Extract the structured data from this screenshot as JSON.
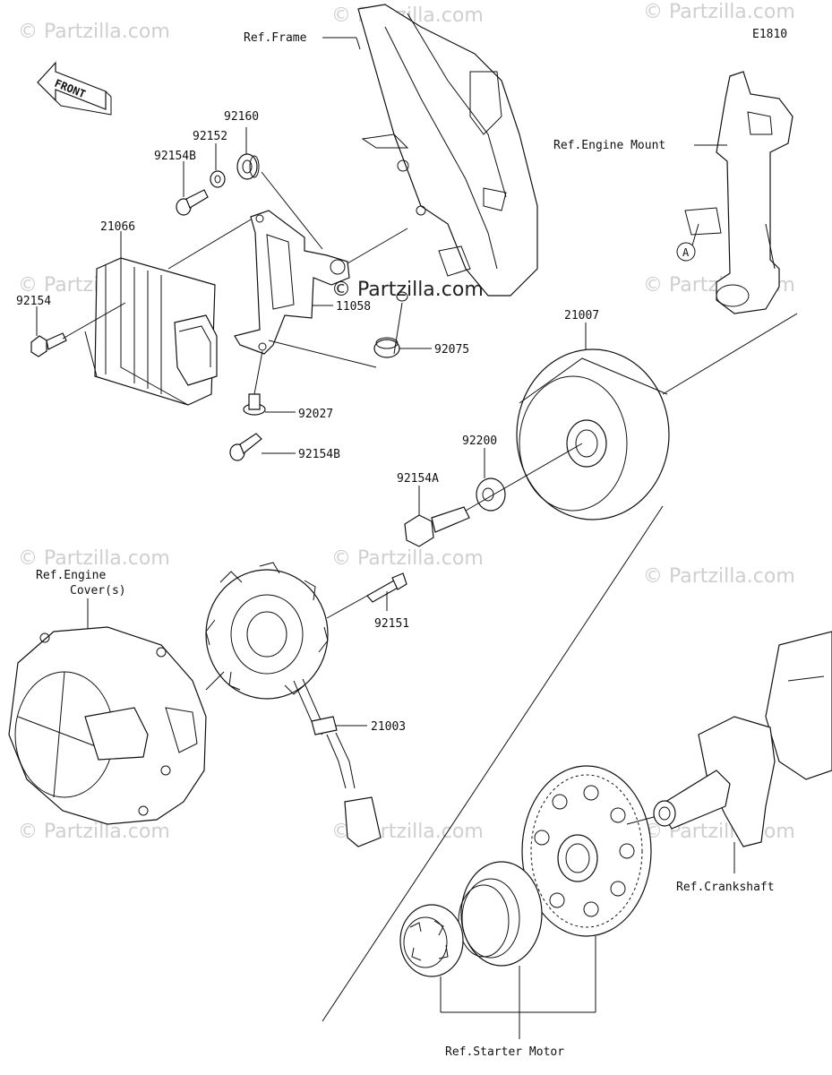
{
  "diagram_code": "E1810",
  "watermark": "© Partzilla.com",
  "center_watermark": "© Partzilla.com",
  "front_label": "FRONT",
  "callout_letter": "A",
  "parts": {
    "p92160": "92160",
    "p92152": "92152",
    "p92154B_top": "92154B",
    "p21066": "21066",
    "p92154": "92154",
    "p11058": "11058",
    "p92075": "92075",
    "p92027": "92027",
    "p92154B_bottom": "92154B",
    "p21007": "21007",
    "p92200": "92200",
    "p92154A": "92154A",
    "p92151": "92151",
    "p21003": "21003"
  },
  "refs": {
    "frame": "Ref.Frame",
    "engine_mount": "Ref.Engine Mount",
    "engine_cover_1": "Ref.Engine",
    "engine_cover_2": "Cover(s)",
    "crankshaft": "Ref.Crankshaft",
    "starter_motor": "Ref.Starter Motor"
  }
}
